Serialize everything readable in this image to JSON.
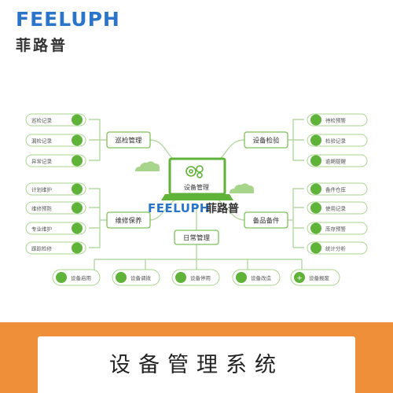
{
  "brand": {
    "latin": "FEELUPH",
    "cjk": "菲路普"
  },
  "diagram": {
    "center": {
      "screen_label": "设备管理",
      "brand_latin": "FEELUPH",
      "brand_cjk": "菲路普"
    },
    "hubs": {
      "inspection": "巡检管理",
      "equipment_check": "设备检验",
      "maintenance": "维修保养",
      "spare_parts": "备品备件",
      "daily": "日常管理"
    },
    "left_top": [
      "巡检记录",
      "漏检记录",
      "异常记录"
    ],
    "left_bottom": [
      "计划维护",
      "维修预防",
      "专业维护",
      "跟踪检修"
    ],
    "right_top": [
      "待检预警",
      "检验记录",
      "逾期提醒"
    ],
    "right_bottom": [
      "备件仓库",
      "使用记录",
      "库存预警",
      "统计分析"
    ],
    "bottom_row": [
      "设备启用",
      "设备调拨",
      "设备停用",
      "设备改造",
      "设备报废"
    ]
  },
  "colors": {
    "green": "#5fb339",
    "light_green": "#7cc35a",
    "line": "#b5d9a3",
    "orange": "#f08f3a",
    "blue": "#2a74c9"
  },
  "footer": {
    "title": "设备管理系统"
  }
}
